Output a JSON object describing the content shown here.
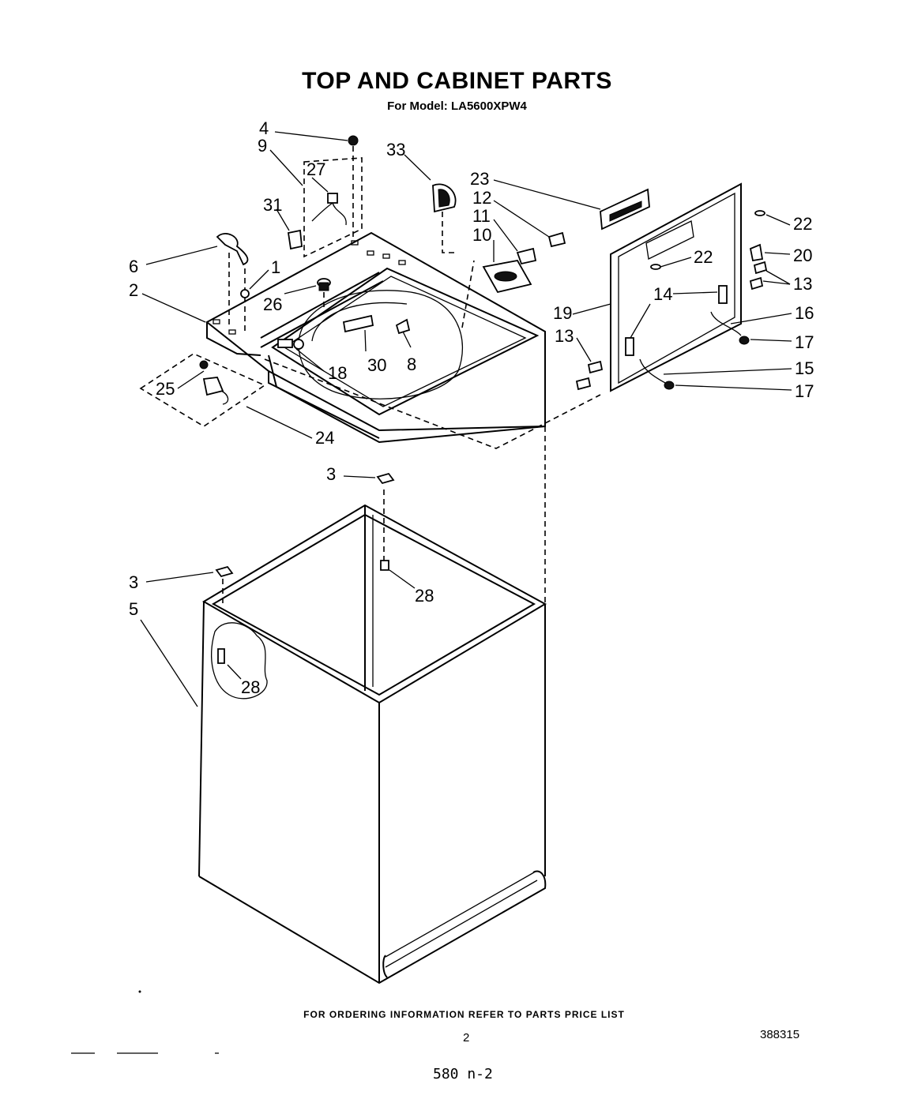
{
  "header": {
    "title": "TOP AND CABINET PARTS",
    "subtitle": "For Model: LA5600XPW4"
  },
  "callouts": [
    "1",
    "2",
    "3",
    "3",
    "4",
    "5",
    "6",
    "8",
    "9",
    "10",
    "11",
    "12",
    "13",
    "13",
    "14",
    "15",
    "16",
    "17",
    "17",
    "18",
    "19",
    "20",
    "22",
    "22",
    "23",
    "24",
    "25",
    "26",
    "27",
    "28",
    "28",
    "30",
    "31",
    "33"
  ],
  "footer": {
    "ordering_note": "FOR ORDERING INFORMATION REFER TO PARTS PRICE LIST",
    "page_number": "2",
    "document_number": "388315",
    "handwritten_note": "580 n-2"
  }
}
